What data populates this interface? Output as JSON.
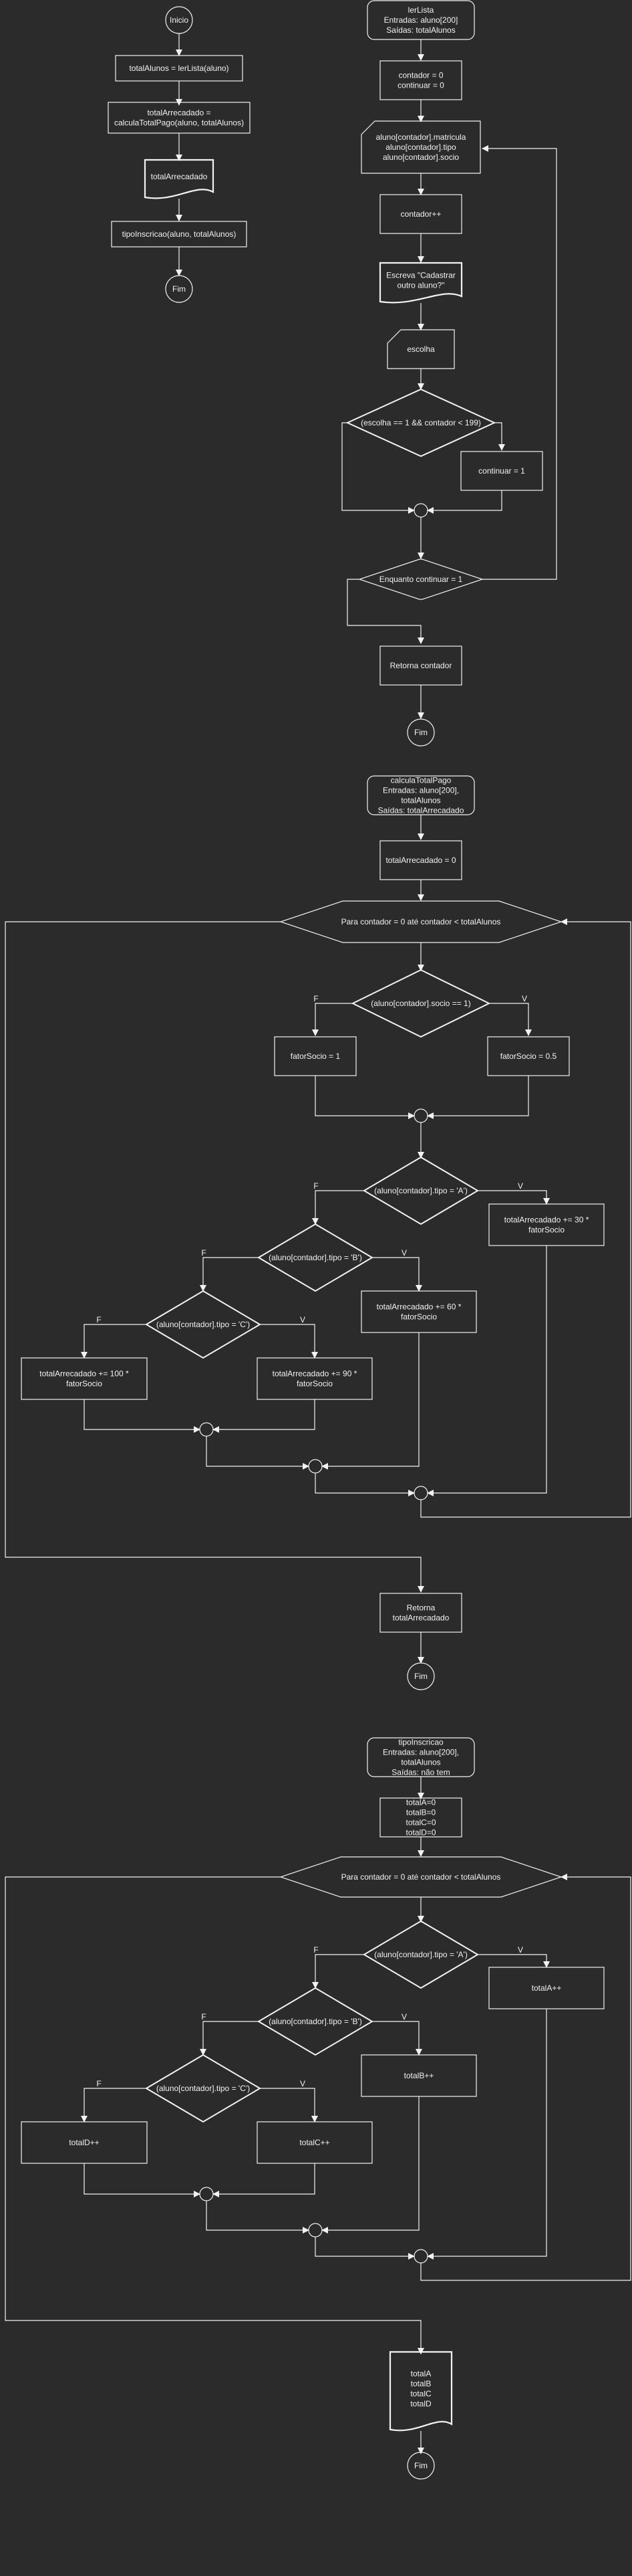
{
  "colors": {
    "background": "#2b2b2b",
    "stroke": "#f2f2f2",
    "text": "#f2f2f2"
  },
  "main": {
    "start": "Inicio",
    "call_ler": "totalAlunos = lerLista(aluno)",
    "call_calc": [
      "totalArrecadado =",
      "calculaTotalPago(aluno, totalAlunos)"
    ],
    "print_total": "totalArrecadado",
    "call_tipo": "tipoInscricao(aluno, totalAlunos)",
    "end": "Fim"
  },
  "lerLista": {
    "header": [
      "lerLista",
      "Entradas: aluno[200]",
      "Saídas: totalAlunos"
    ],
    "init": [
      "contador = 0",
      "continuar = 0"
    ],
    "input": [
      "aluno[contador].matricula",
      "aluno[contador].tipo",
      "aluno[contador].socio"
    ],
    "increment": "contador++",
    "prompt": [
      "Escreva \"Cadastrar",
      "outro aluno?\""
    ],
    "read": "escolha",
    "decision": "(escolha == 1 && contador < 199)",
    "set_continue": "continuar = 1",
    "loop_cond": "Enquanto continuar = 1",
    "return": "Retorna contador",
    "end": "Fim"
  },
  "calcula": {
    "header": [
      "calculaTotalPago",
      "Entradas: aluno[200],",
      "totalAlunos",
      "Saídas: totalArrecadado"
    ],
    "init": "totalArrecadado = 0",
    "loop": "Para contador = 0 até contador < totalAlunos",
    "socio_cond": "(aluno[contador].socio == 1)",
    "fator_1": "fatorSocio = 1",
    "fator_05": "fatorSocio = 0.5",
    "tipo_a_cond": "(aluno[contador].tipo = 'A')",
    "tipo_a_action": [
      "totalArrecadado += 30 *",
      "fatorSocio"
    ],
    "tipo_b_cond": "(aluno[contador].tipo = 'B')",
    "tipo_b_action": [
      "totalArrecadado += 60 *",
      "fatorSocio"
    ],
    "tipo_c_cond": "(aluno[contador].tipo = 'C')",
    "tipo_c_true": [
      "totalArrecadado += 90 *",
      "fatorSocio"
    ],
    "tipo_c_false": [
      "totalArrecadado += 100 *",
      "fatorSocio"
    ],
    "return": [
      "Retorna",
      "totalArrecadado"
    ],
    "end": "Fim"
  },
  "tipoInscricao": {
    "header": [
      "tipoInscricao",
      "Entradas: aluno[200],",
      "totalAlunos",
      "Saídas: não tem"
    ],
    "init": [
      "totalA=0",
      "totalB=0",
      "totalC=0",
      "totalD=0"
    ],
    "loop": "Para contador = 0 até contador < totalAlunos",
    "tipo_a_cond": "(aluno[contador].tipo = 'A')",
    "tipo_a_action": "totalA++",
    "tipo_b_cond": "(aluno[contador].tipo = 'B')",
    "tipo_b_action": "totalB++",
    "tipo_c_cond": "(aluno[contador].tipo = 'C')",
    "tipo_c_true": "totalC++",
    "tipo_c_false": "totalD++",
    "output": [
      "totalA",
      "totalB",
      "totalC",
      "totalD"
    ],
    "end": "Fim"
  },
  "labels": {
    "true": "V",
    "false": "F"
  }
}
